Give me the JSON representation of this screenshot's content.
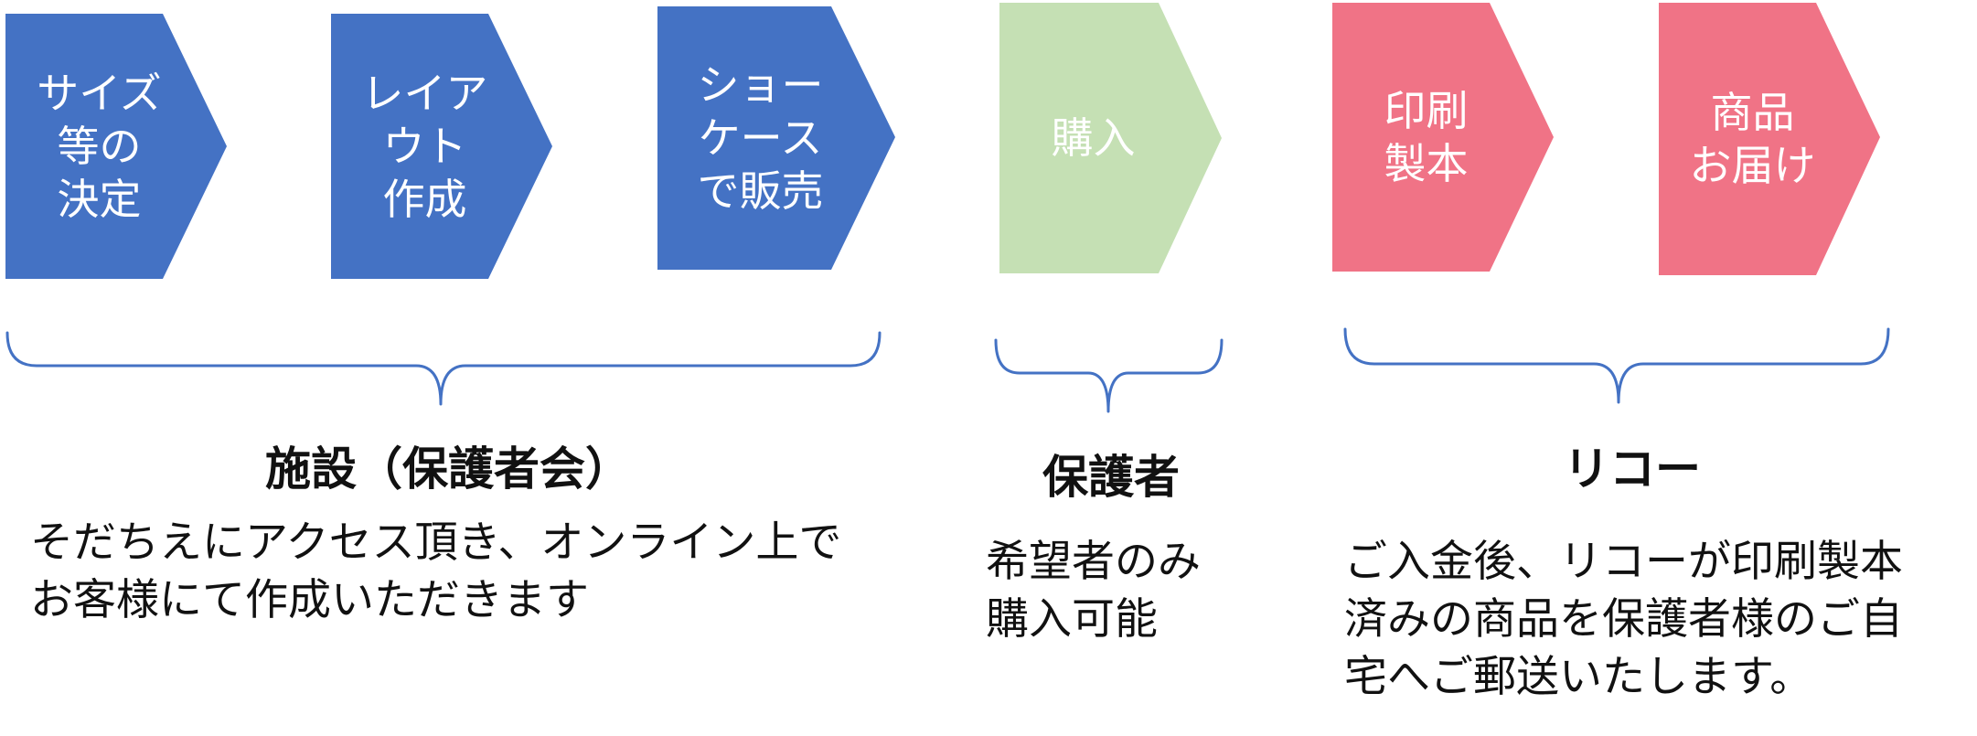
{
  "colors": {
    "stage_blue": "#4472C4",
    "stage_green": "#C5E0B4",
    "stage_pink": "#F07386",
    "bracket": "#4472C4"
  },
  "steps": [
    {
      "label": "サイズ\n等の\n決定",
      "color": "#4472C4"
    },
    {
      "label": "レイア\nウト\n作成",
      "color": "#4472C4"
    },
    {
      "label": "ショー\nケース\nで販売",
      "color": "#4472C4"
    },
    {
      "label": "購入",
      "color": "#C5E0B4"
    },
    {
      "label": "印刷\n製本",
      "color": "#F07386"
    },
    {
      "label": "商品\nお届け",
      "color": "#F07386"
    }
  ],
  "groups": [
    {
      "title": "施設（保護者会）",
      "description": "そだちえにアクセス頂き、オンライン上で\nお客様にて作成いただきます"
    },
    {
      "title": "保護者",
      "description": "希望者のみ\n購入可能"
    },
    {
      "title": "リコー",
      "description": "ご入金後、リコーが印刷製本\n済みの商品を保護者様のご自\n宅へご郵送いたします。"
    }
  ]
}
